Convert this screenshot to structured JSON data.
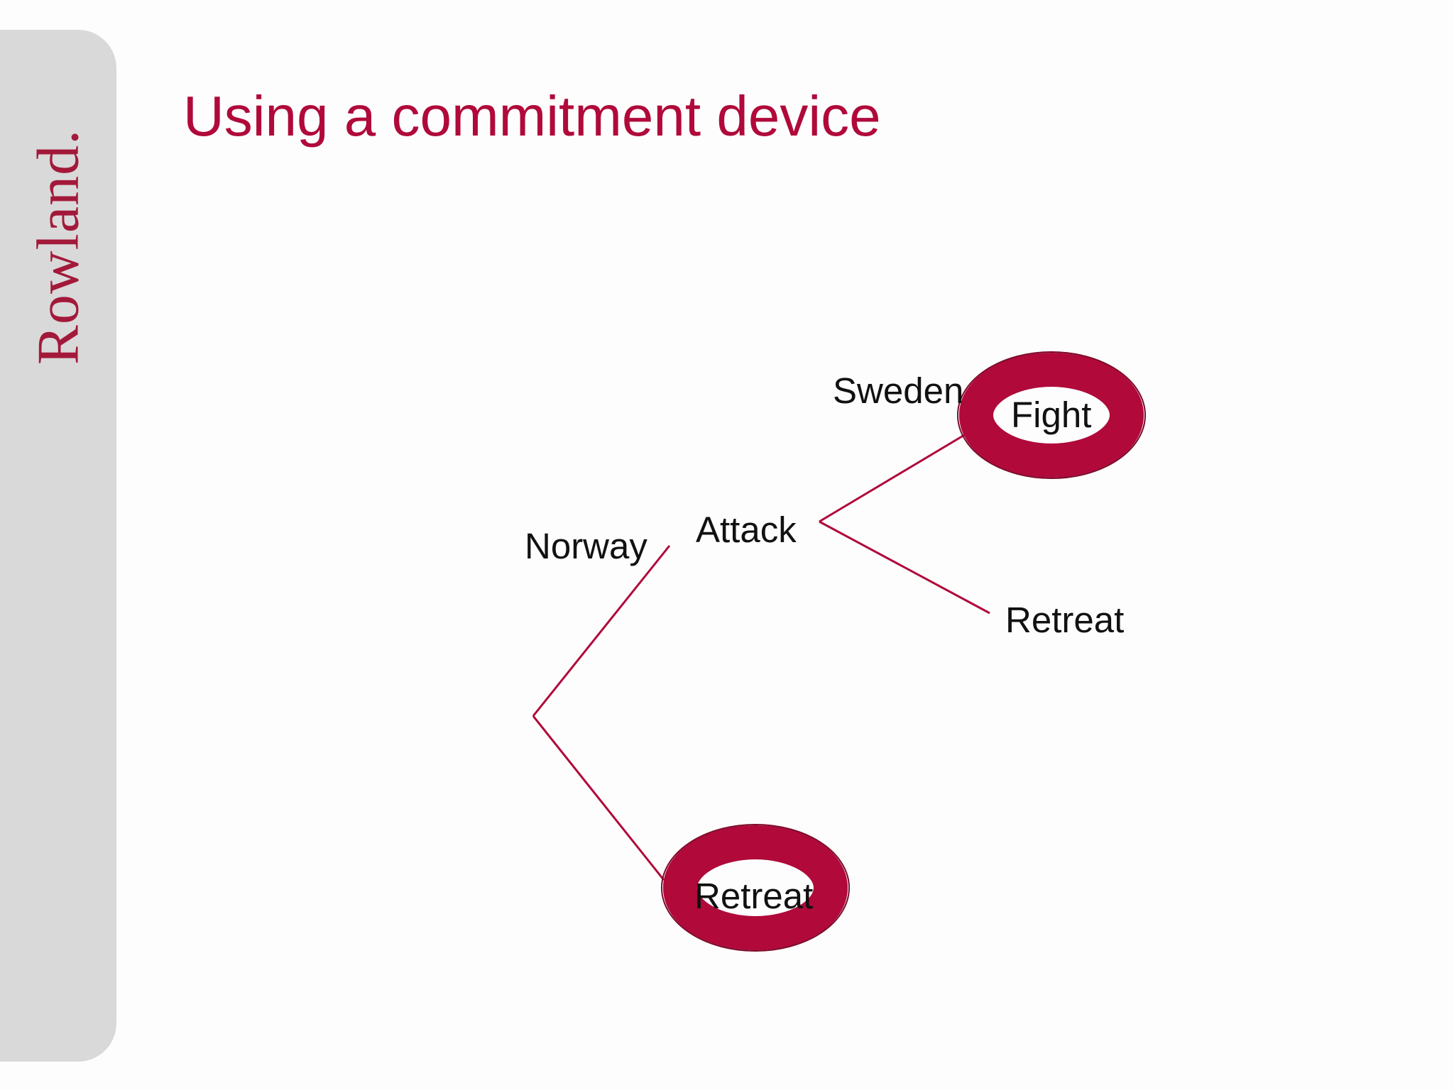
{
  "brand": {
    "logo_text": "Rowland.",
    "accent_color": "#b0093a"
  },
  "slide": {
    "title": "Using a commitment device"
  },
  "game_tree": {
    "player_1": "Norway",
    "player_1_move_top": "Attack",
    "player_1_move_bottom": "Retreat",
    "player_2": "Sweden",
    "player_2_move_top": "Fight",
    "player_2_move_bottom": "Retreat",
    "highlighted_moves": [
      "Fight",
      "Retreat"
    ]
  }
}
